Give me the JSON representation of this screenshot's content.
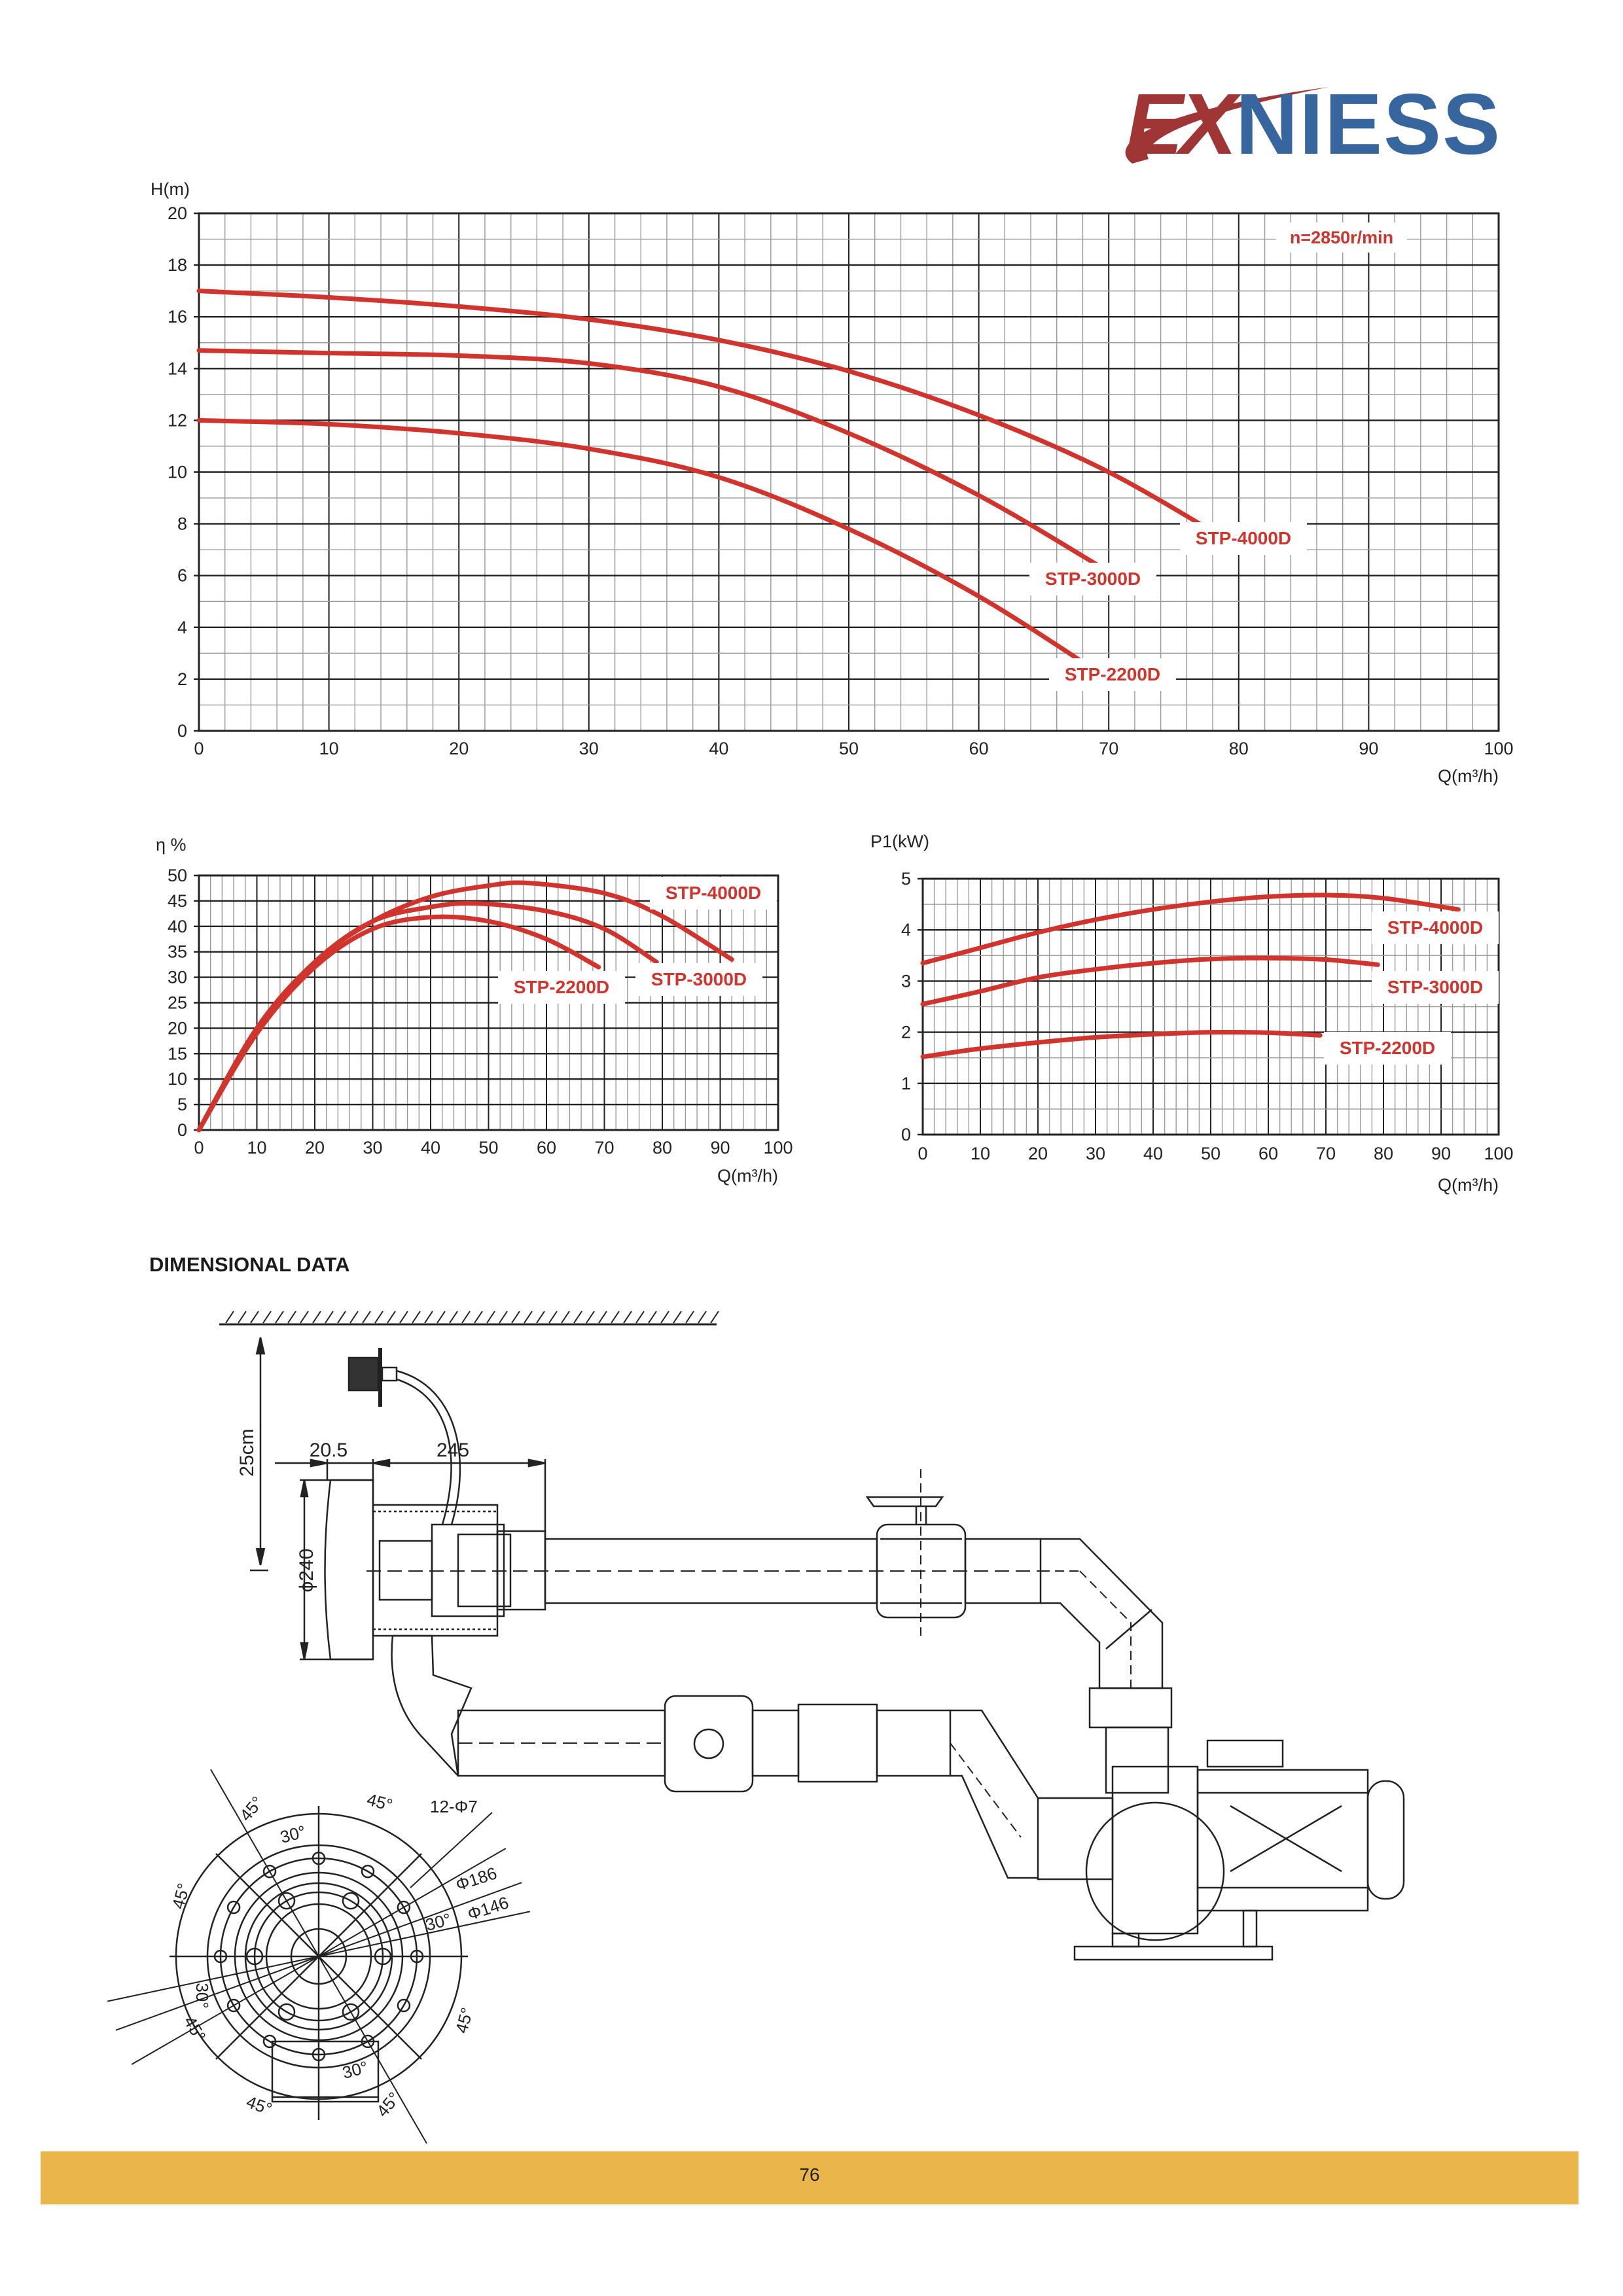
{
  "brand": {
    "logo_text_red": "EX",
    "logo_text_blue": "NIESS",
    "red": "#A03535",
    "blue": "#36669D"
  },
  "colors": {
    "curve": "#D0342C",
    "footer": "#EAB54A"
  },
  "chart_data": [
    {
      "type": "line",
      "title": "",
      "ylabel": "H(m)",
      "xlabel": "Q(m³/h)",
      "annotation": "n=2850r/min",
      "xlim": [
        0,
        100
      ],
      "ylim": [
        0,
        20
      ],
      "x_ticks": [
        "0",
        "10",
        "20",
        "30",
        "40",
        "50",
        "60",
        "70",
        "80",
        "90",
        "100"
      ],
      "y_ticks": [
        "0",
        "2",
        "4",
        "6",
        "8",
        "10",
        "12",
        "14",
        "16",
        "18",
        "20"
      ],
      "grid": true,
      "series": [
        {
          "name": "STP-4000D",
          "x": [
            0,
            10,
            20,
            30,
            40,
            50,
            60,
            70,
            80
          ],
          "y": [
            17,
            16.75,
            16.4,
            15.9,
            15.1,
            13.9,
            12.2,
            10,
            7.1
          ]
        },
        {
          "name": "STP-3000D",
          "x": [
            0,
            10,
            20,
            30,
            40,
            50,
            60,
            69.5
          ],
          "y": [
            14.7,
            14.6,
            14.5,
            14.2,
            13.3,
            11.5,
            9.1,
            6.3
          ]
        },
        {
          "name": "STP-2200D",
          "x": [
            0,
            10,
            20,
            30,
            40,
            50,
            60,
            70
          ],
          "y": [
            12,
            11.85,
            11.5,
            10.9,
            9.8,
            7.8,
            5.2,
            2
          ]
        }
      ]
    },
    {
      "type": "line",
      "title": "",
      "ylabel": "η %",
      "xlabel": "Q(m³/h)",
      "xlim": [
        0,
        100
      ],
      "ylim": [
        0,
        50
      ],
      "x_ticks": [
        "0",
        "10",
        "20",
        "30",
        "40",
        "50",
        "60",
        "70",
        "80",
        "90",
        "100"
      ],
      "y_ticks": [
        "0",
        "5",
        "10",
        "15",
        "20",
        "25",
        "30",
        "35",
        "40",
        "45",
        "50"
      ],
      "grid": true,
      "series": [
        {
          "name": "STP-4000D",
          "x": [
            0,
            10,
            20,
            30,
            40,
            50,
            57,
            70,
            80,
            92
          ],
          "y": [
            0,
            20,
            33,
            41,
            45.8,
            48,
            48.5,
            46.5,
            42,
            33.5
          ]
        },
        {
          "name": "STP-3000D",
          "x": [
            0,
            10,
            20,
            30,
            40,
            48,
            60,
            70,
            79
          ],
          "y": [
            0,
            20,
            33,
            41,
            43.8,
            44.5,
            43,
            39.5,
            33
          ]
        },
        {
          "name": "STP-2200D",
          "x": [
            0,
            10,
            20,
            30,
            40,
            50,
            60,
            69
          ],
          "y": [
            0,
            19,
            32,
            39.5,
            41.8,
            41,
            37.5,
            32
          ]
        }
      ]
    },
    {
      "type": "line",
      "title": "",
      "ylabel": "P1(kW)",
      "xlabel": "Q(m³/h)",
      "xlim": [
        0,
        100
      ],
      "ylim": [
        0,
        5
      ],
      "x_ticks": [
        "0",
        "10",
        "20",
        "30",
        "40",
        "50",
        "60",
        "70",
        "80",
        "90",
        "100"
      ],
      "y_ticks": [
        "0",
        "1",
        "2",
        "3",
        "4",
        "5"
      ],
      "grid": true,
      "series": [
        {
          "name": "STP-4000D",
          "x": [
            0,
            10,
            20,
            30,
            40,
            50,
            60,
            70,
            80,
            93
          ],
          "y": [
            3.35,
            3.65,
            3.95,
            4.2,
            4.4,
            4.55,
            4.65,
            4.68,
            4.62,
            4.4
          ]
        },
        {
          "name": "STP-3000D",
          "x": [
            0,
            10,
            20,
            30,
            40,
            50,
            60,
            70,
            79
          ],
          "y": [
            2.55,
            2.8,
            3.07,
            3.23,
            3.35,
            3.43,
            3.45,
            3.42,
            3.32
          ]
        },
        {
          "name": "STP-2200D",
          "x": [
            0,
            10,
            20,
            30,
            40,
            50,
            60,
            69
          ],
          "y": [
            1.52,
            1.68,
            1.8,
            1.9,
            1.96,
            2.0,
            1.99,
            1.94
          ]
        }
      ]
    }
  ],
  "dimensional": {
    "title": "DIMENSIONAL DATA",
    "height_label": "25cm",
    "flange_thickness": "20.5",
    "length": "245",
    "diameter": "ϕ240",
    "holes": "12-Φ7",
    "pcd_outer": "Φ186",
    "pcd_inner": "Φ146",
    "angles_45": [
      "45°",
      "45°",
      "45°",
      "45°",
      "45°",
      "45°",
      "45°"
    ],
    "angles_30": [
      "30°",
      "30°",
      "30°",
      "30°"
    ]
  },
  "footer": {
    "page_number": "76"
  }
}
